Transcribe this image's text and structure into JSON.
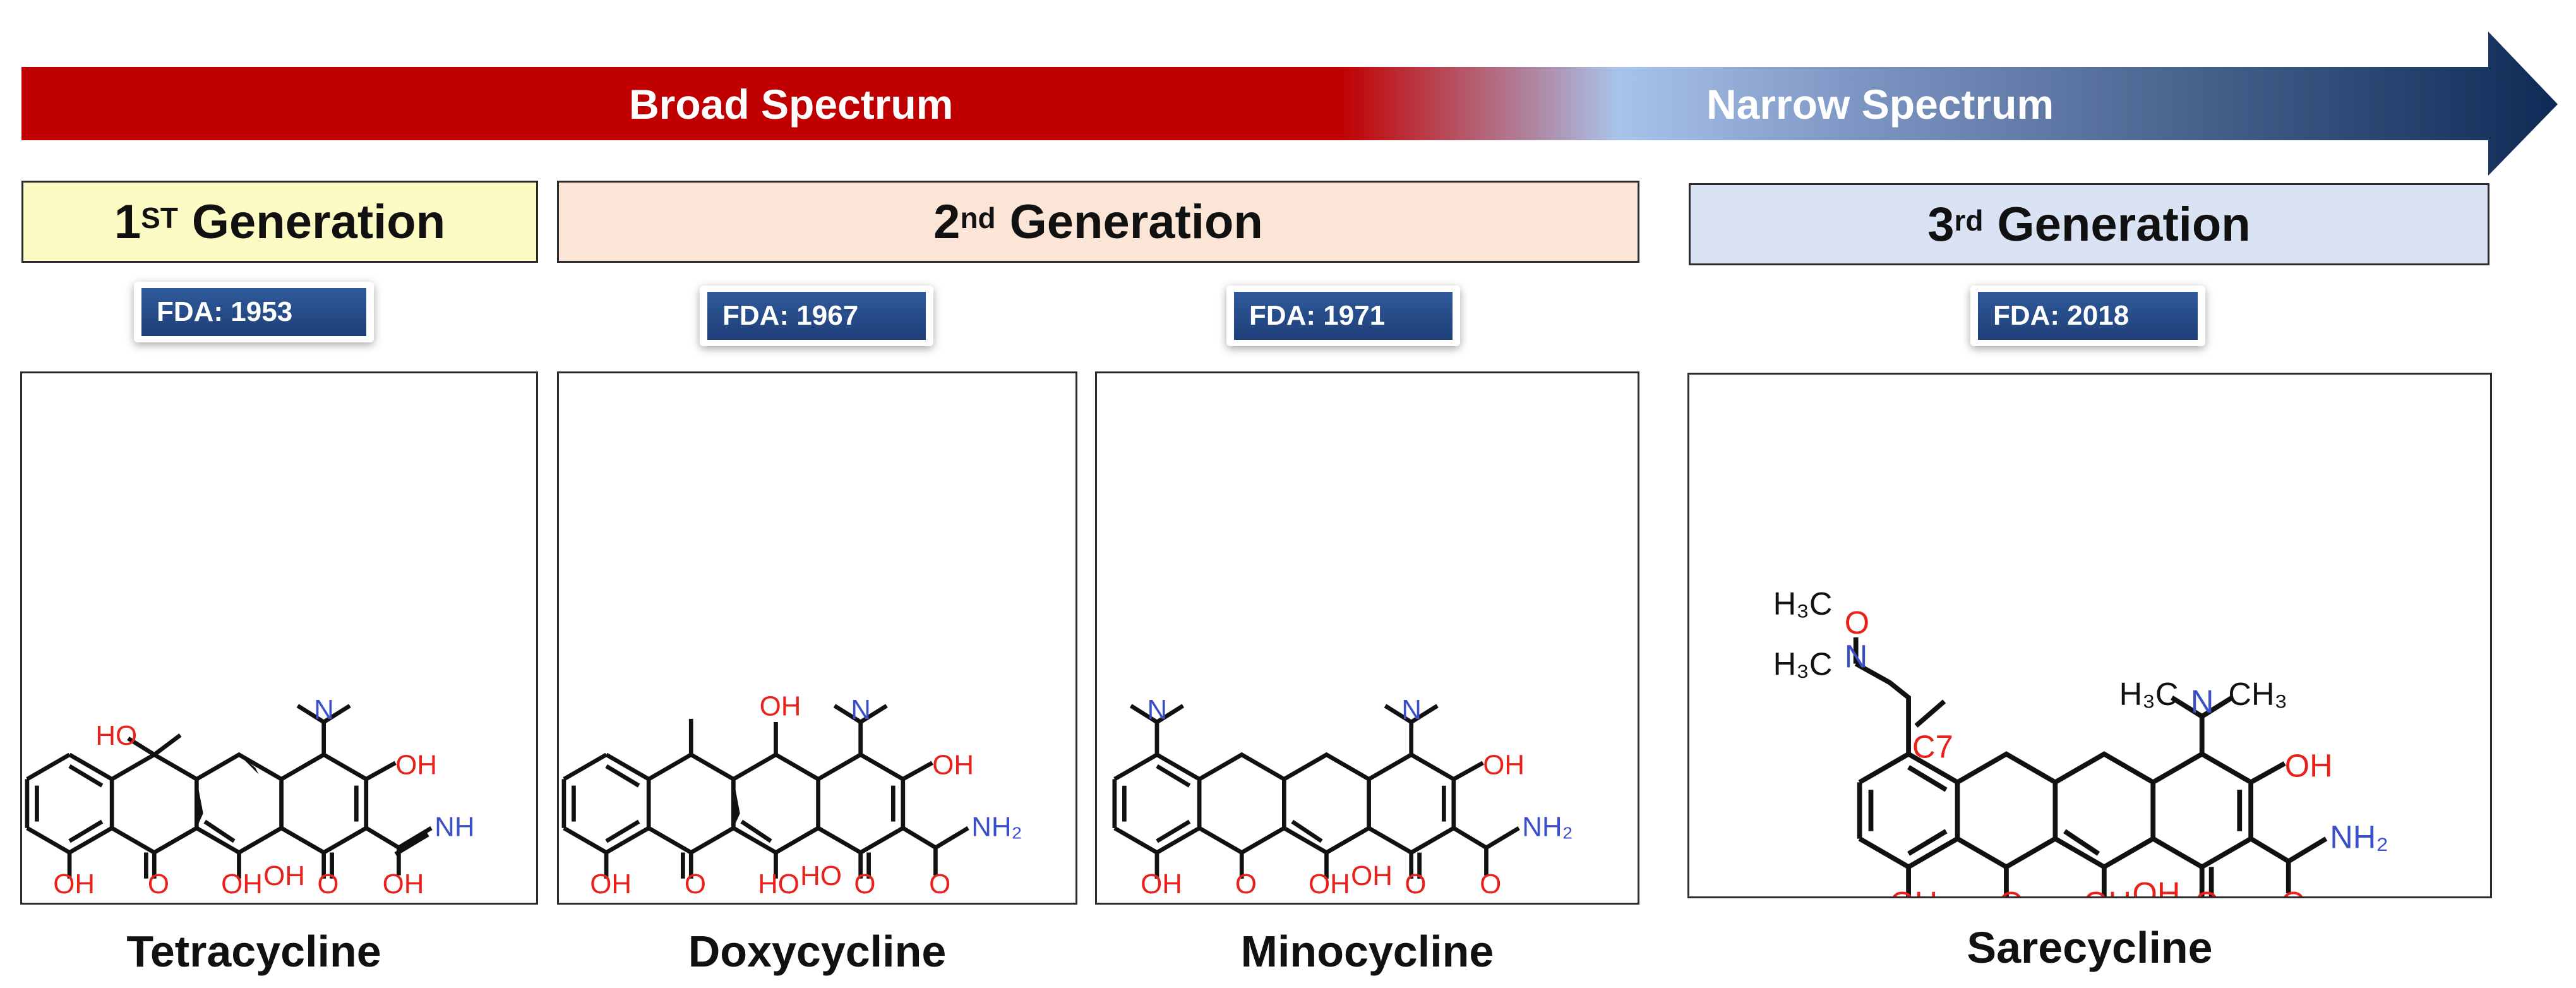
{
  "spectrum": {
    "broad_label": "Broad Spectrum",
    "narrow_label": "Narrow Spectrum",
    "colors": {
      "broad": "#c00000",
      "narrow": "#0e2a55"
    }
  },
  "generations": [
    {
      "num": "1",
      "suffix": "ST",
      "word": "Generation",
      "color": "#fdfbc4"
    },
    {
      "num": "2",
      "suffix": "nd",
      "word": "Generation",
      "color": "#fbe5d6"
    },
    {
      "num": "3",
      "suffix": "rd",
      "word": "Generation",
      "color": "#dae3f3"
    }
  ],
  "drugs": [
    {
      "name": "Tetracycline",
      "fda": "FDA: 1953"
    },
    {
      "name": "Doxycycline",
      "fda": "FDA: 1967"
    },
    {
      "name": "Minocycline",
      "fda": "FDA: 1971"
    },
    {
      "name": "Sarecycline",
      "fda": "FDA: 2018"
    }
  ],
  "atom_labels": {
    "oh": "OH",
    "o": "O",
    "ho": "HO",
    "n": "N",
    "nh": "NH",
    "nh2": "NH₂",
    "h3c": "H₃C",
    "ch3": "CH₃",
    "c7": "C7"
  }
}
